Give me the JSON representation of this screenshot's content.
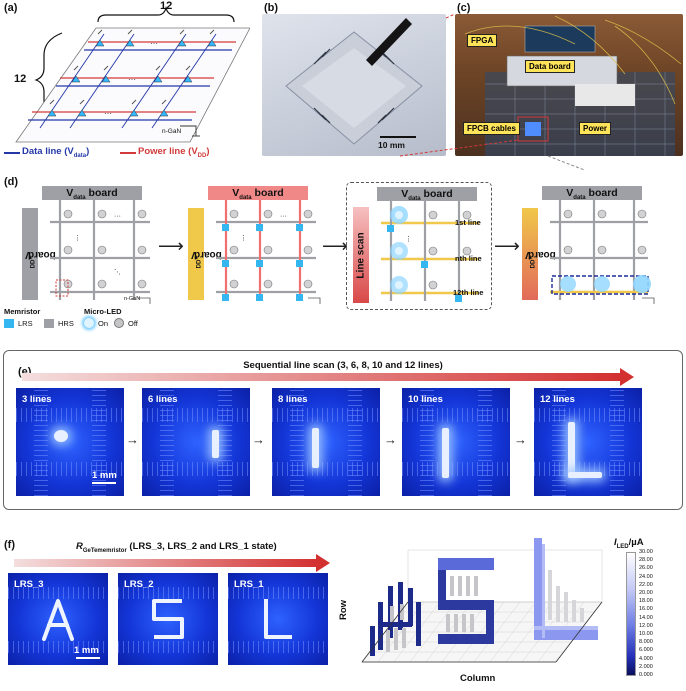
{
  "panels": {
    "a": {
      "label": "(a)",
      "count_top": "12",
      "count_left": "12",
      "ngan": "n-GaN",
      "legend_data": "Data line (V",
      "legend_data_sub": "data",
      "legend_power": "Power line (V",
      "legend_power_sub": "DD",
      "legend_close": ")",
      "colors": {
        "data": "#2438a8",
        "power": "#d23a3a"
      }
    },
    "b": {
      "label": "(b)",
      "scalebar": "10 mm"
    },
    "c": {
      "label": "(c)",
      "callouts": [
        "FPGA",
        "Data board",
        "FPCB cables",
        "Power"
      ]
    },
    "d": {
      "label": "(d)",
      "board_data": "V",
      "board_data_sub": "data",
      "board_word": " board",
      "board_dd": "V",
      "board_dd_sub": "DD",
      "line_scan": "Line scan",
      "line_tags": [
        "1st line",
        "nth line",
        "12th line"
      ],
      "ngan": "n-GaN",
      "legend": {
        "memristor": "Memristor",
        "lrs": "LRS",
        "hrs": "HRS",
        "micro_led": "Micro-LED",
        "on": "On",
        "off": "Off"
      }
    },
    "e": {
      "label": "(e)",
      "title": "Sequential line scan (3, 6, 8, 10 and 12 lines)",
      "tiles": [
        "3 lines",
        "6 lines",
        "8 lines",
        "10 lines",
        "12 lines"
      ],
      "scalebar": "1 mm"
    },
    "f": {
      "label": "(f)",
      "title_r": "R",
      "title_sub": "GeTememristor",
      "title_rest": " (LRS_3, LRS_2 and LRS_1 state)",
      "tiles": [
        "LRS_3",
        "LRS_2",
        "LRS_1"
      ],
      "scalebar": "1 mm",
      "axis_row": "Row",
      "axis_column": "Column",
      "colorbar_title": "I",
      "colorbar_sub": "LED",
      "colorbar_unit": "/µA",
      "colorbar_ticks": [
        "30.00",
        "28.00",
        "26.00",
        "24.00",
        "22.00",
        "20.00",
        "18.00",
        "16.00",
        "14.00",
        "12.00",
        "10.00",
        "8.000",
        "6.000",
        "4.000",
        "2.000",
        "0.000"
      ]
    }
  }
}
